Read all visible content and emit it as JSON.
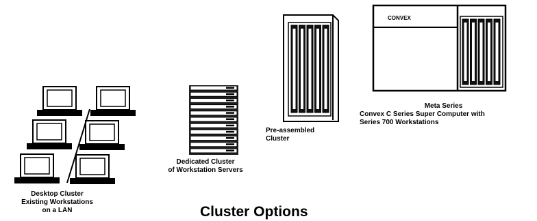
{
  "labels": {
    "desktop": [
      "Desktop Cluster",
      "Existing Workstations",
      "on a LAN"
    ],
    "dedicated": [
      "Dedicated Cluster",
      "of  Workstation Servers"
    ],
    "preassembled": [
      "Pre-assembled",
      "Cluster"
    ],
    "meta": [
      "Meta Series",
      "Convex C Series Super Computer with",
      "Series 700 Workstations"
    ],
    "cabinet_brand": "CONVEX"
  },
  "title": "Cluster Options"
}
